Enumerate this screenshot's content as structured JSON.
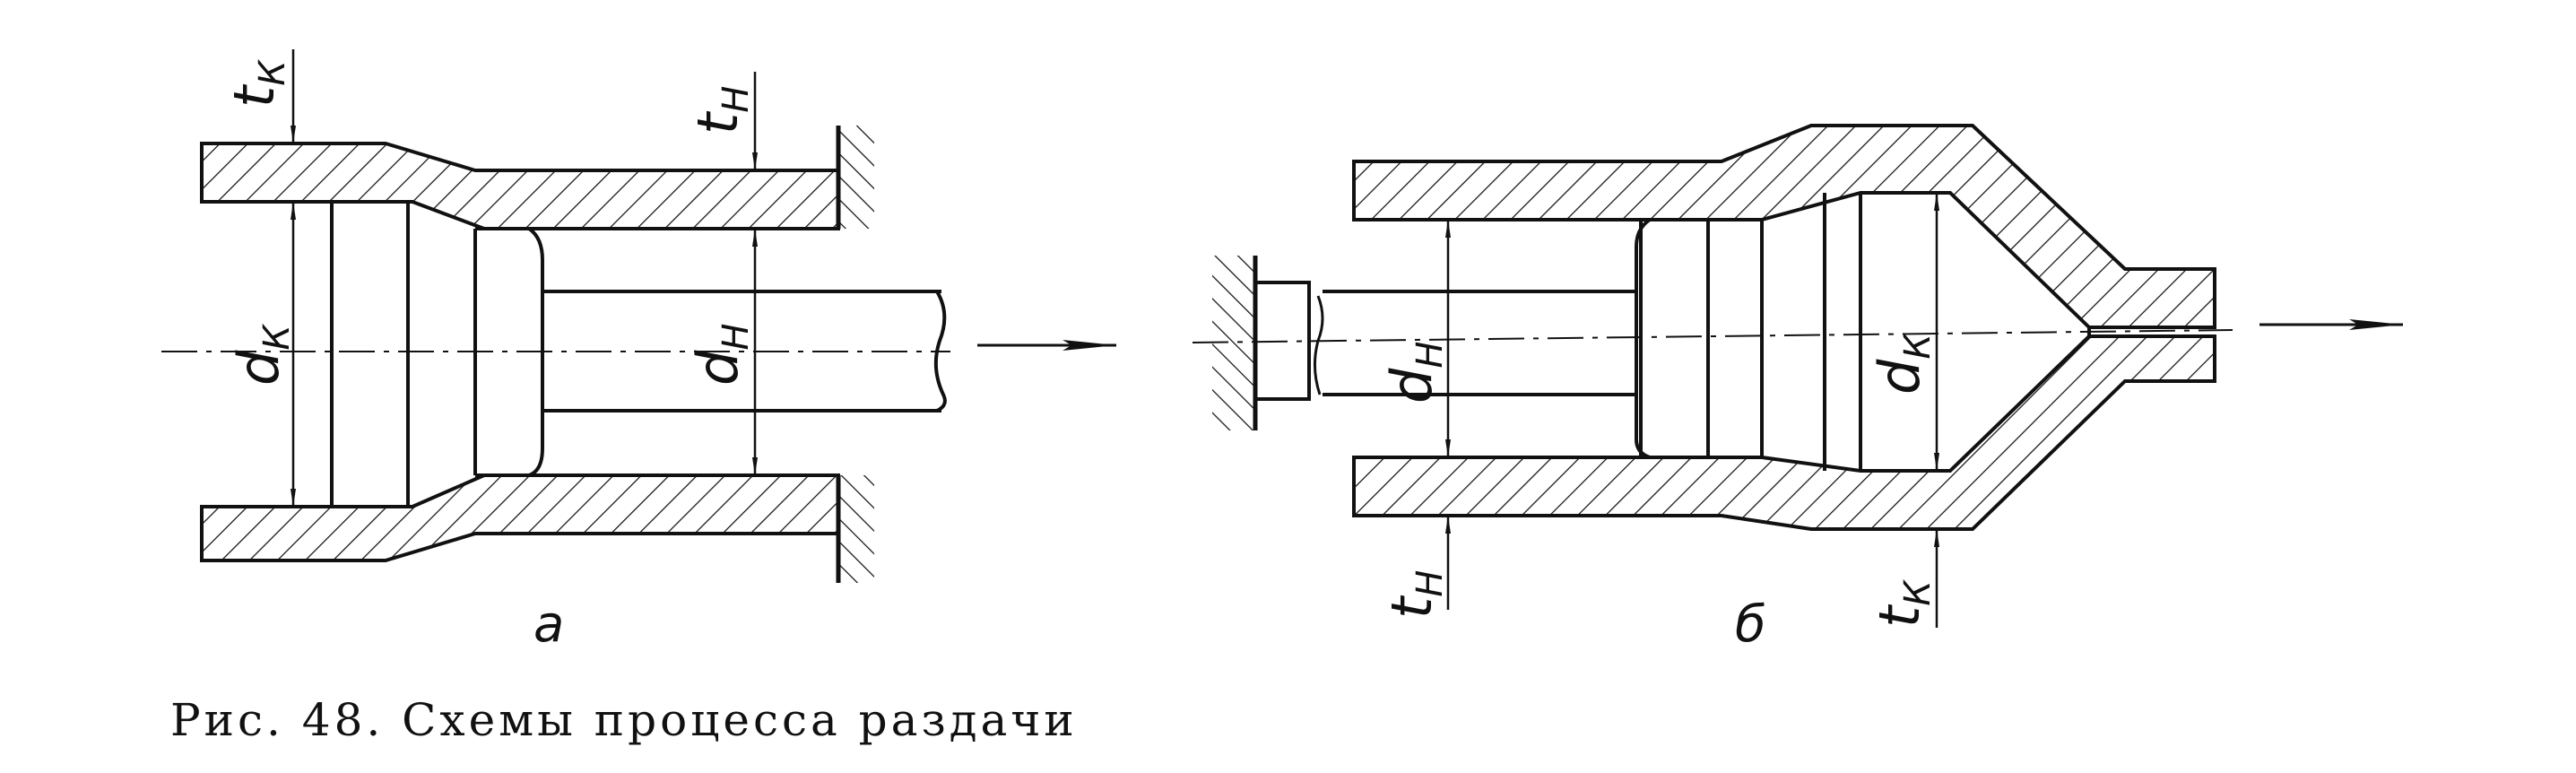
{
  "figure": {
    "caption": "Рис. 48. Схемы процесса раздачи",
    "panels": [
      {
        "label": "а",
        "dims": {
          "t_final": {
            "main": "t",
            "sub": "К"
          },
          "t_initial": {
            "main": "t",
            "sub": "Н"
          },
          "d_final": {
            "main": "d",
            "sub": "К"
          },
          "d_initial": {
            "main": "d",
            "sub": "Н"
          }
        }
      },
      {
        "label": "б",
        "dims": {
          "d_initial": {
            "main": "d",
            "sub": "Н"
          },
          "d_final": {
            "main": "d",
            "sub": "К"
          },
          "t_initial": {
            "main": "t",
            "sub": "Н"
          },
          "t_final": {
            "main": "t",
            "sub": "К"
          }
        }
      }
    ]
  },
  "colors": {
    "ink": "#111111",
    "paper": "#ffffff"
  }
}
